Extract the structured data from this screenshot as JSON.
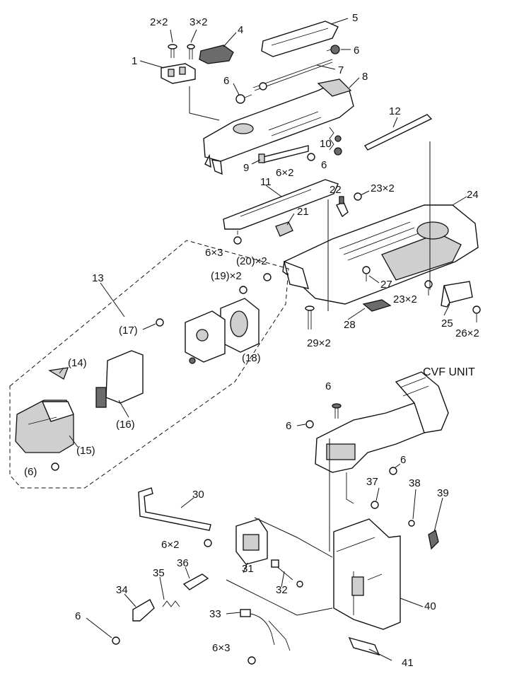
{
  "diagram": {
    "labels": [
      {
        "id": "l1",
        "text": "1"
      },
      {
        "id": "l2",
        "text": "2×2"
      },
      {
        "id": "l3",
        "text": "3×2"
      },
      {
        "id": "l4",
        "text": "4"
      },
      {
        "id": "l5",
        "text": "5"
      },
      {
        "id": "l6a",
        "text": "6"
      },
      {
        "id": "l7",
        "text": "7"
      },
      {
        "id": "l6b",
        "text": "6"
      },
      {
        "id": "l8",
        "text": "8"
      },
      {
        "id": "l9",
        "text": "9"
      },
      {
        "id": "l10",
        "text": "10"
      },
      {
        "id": "l6x2",
        "text": "6×2"
      },
      {
        "id": "l6c",
        "text": "6"
      },
      {
        "id": "l11",
        "text": "11"
      },
      {
        "id": "l12",
        "text": "12"
      },
      {
        "id": "l22",
        "text": "22"
      },
      {
        "id": "l23x2a",
        "text": "23×2"
      },
      {
        "id": "l24",
        "text": "24"
      },
      {
        "id": "l21",
        "text": "21"
      },
      {
        "id": "l6x3a",
        "text": "6×3"
      },
      {
        "id": "l20x2",
        "text": "(20)×2"
      },
      {
        "id": "l19x2",
        "text": "(19)×2"
      },
      {
        "id": "l13",
        "text": "13"
      },
      {
        "id": "l27",
        "text": "27"
      },
      {
        "id": "l23x2b",
        "text": "23×2"
      },
      {
        "id": "l17",
        "text": "(17)"
      },
      {
        "id": "l28",
        "text": "28"
      },
      {
        "id": "l25",
        "text": "25"
      },
      {
        "id": "l26x2",
        "text": "26×2"
      },
      {
        "id": "l29x2",
        "text": "29×2"
      },
      {
        "id": "l18",
        "text": "(18)"
      },
      {
        "id": "l14",
        "text": "(14)"
      },
      {
        "id": "l16",
        "text": "(16)"
      },
      {
        "id": "l15",
        "text": "(15)"
      },
      {
        "id": "l6paren",
        "text": "(6)"
      },
      {
        "id": "lcvf",
        "text": "CVF UNIT"
      },
      {
        "id": "l6d",
        "text": "6"
      },
      {
        "id": "l6e",
        "text": "6"
      },
      {
        "id": "l6f",
        "text": "6"
      },
      {
        "id": "l37",
        "text": "37"
      },
      {
        "id": "l38",
        "text": "38"
      },
      {
        "id": "l39",
        "text": "39"
      },
      {
        "id": "l30",
        "text": "30"
      },
      {
        "id": "l6x2b",
        "text": "6×2"
      },
      {
        "id": "l31",
        "text": "31"
      },
      {
        "id": "l32",
        "text": "32"
      },
      {
        "id": "l35",
        "text": "35"
      },
      {
        "id": "l36",
        "text": "36"
      },
      {
        "id": "l34",
        "text": "34"
      },
      {
        "id": "l6g",
        "text": "6"
      },
      {
        "id": "l33",
        "text": "33"
      },
      {
        "id": "l40",
        "text": "40"
      },
      {
        "id": "l6x3b",
        "text": "6×3"
      },
      {
        "id": "l41",
        "text": "41"
      }
    ]
  }
}
